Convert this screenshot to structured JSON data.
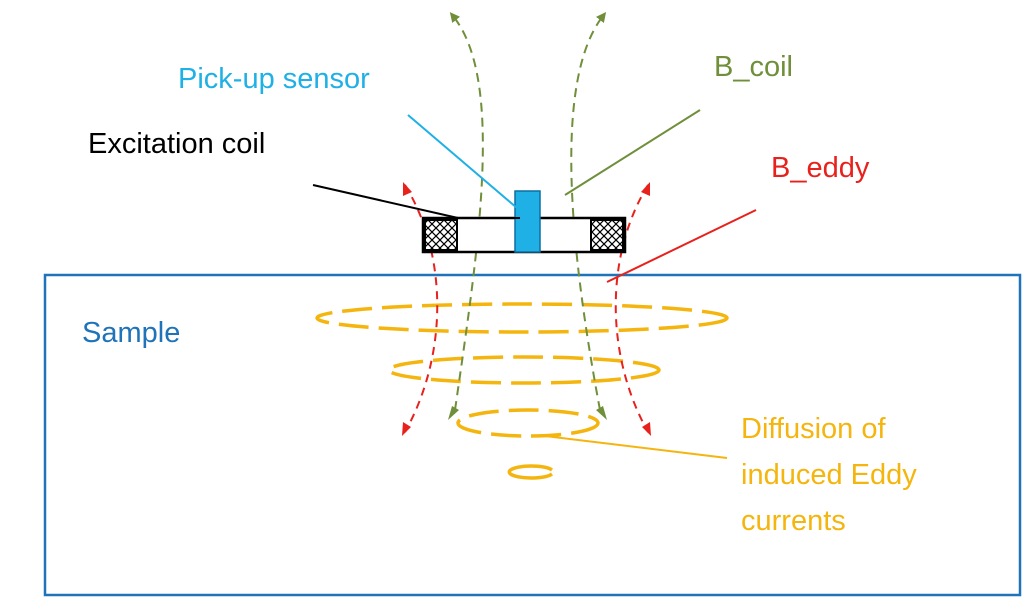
{
  "labels": {
    "pickup": "Pick-up sensor",
    "bcoil": "B_coil",
    "excitation": "Excitation coil",
    "beddy": "B_eddy",
    "sample": "Sample",
    "diffusion_line1": "Diffusion of",
    "diffusion_line2": "induced Eddy",
    "diffusion_line3": "currents"
  },
  "colors": {
    "sample": "#1f73b8",
    "pickup": "#1fb0e6",
    "bcoil": "#6f8f3a",
    "beddy": "#e8211c",
    "eddy_current": "#f5b50f",
    "excitation": "#000000"
  }
}
